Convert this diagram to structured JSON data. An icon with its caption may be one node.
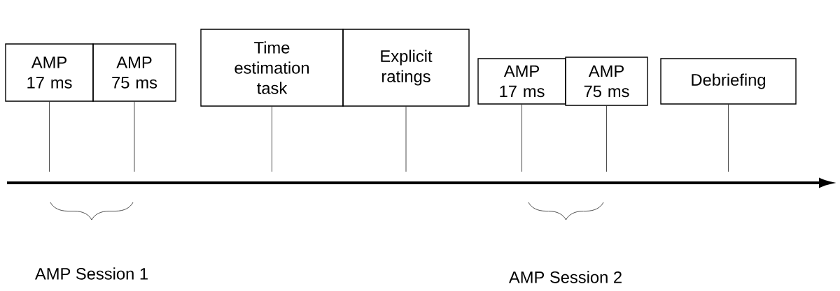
{
  "diagram": {
    "nodes": [
      {
        "text": [
          "AMP 17 ms"
        ]
      },
      {
        "text": [
          "AMP 75 ms"
        ]
      },
      {
        "text": [
          "Time estimation task"
        ]
      },
      {
        "text": [
          "Explicit ratings"
        ]
      },
      {
        "text": [
          "AMP 17 ms"
        ]
      },
      {
        "text": [
          "AMP 75 ms"
        ]
      },
      {
        "text": [
          "Debriefing"
        ]
      }
    ],
    "edges": [
      {
        "from": 0,
        "to": null,
        "arrow": "none"
      },
      {
        "from": 1,
        "to": null,
        "arrow": "none"
      },
      {
        "from": 2,
        "to": null,
        "arrow": "none"
      },
      {
        "from": 3,
        "to": null,
        "arrow": "none"
      },
      {
        "from": 4,
        "to": null,
        "arrow": "none"
      },
      {
        "from": 5,
        "to": null,
        "arrow": "none"
      },
      {
        "from": 6,
        "to": null,
        "arrow": "none"
      }
    ],
    "labels": [
      "AMP Session 1",
      "AMP Session 2"
    ]
  }
}
